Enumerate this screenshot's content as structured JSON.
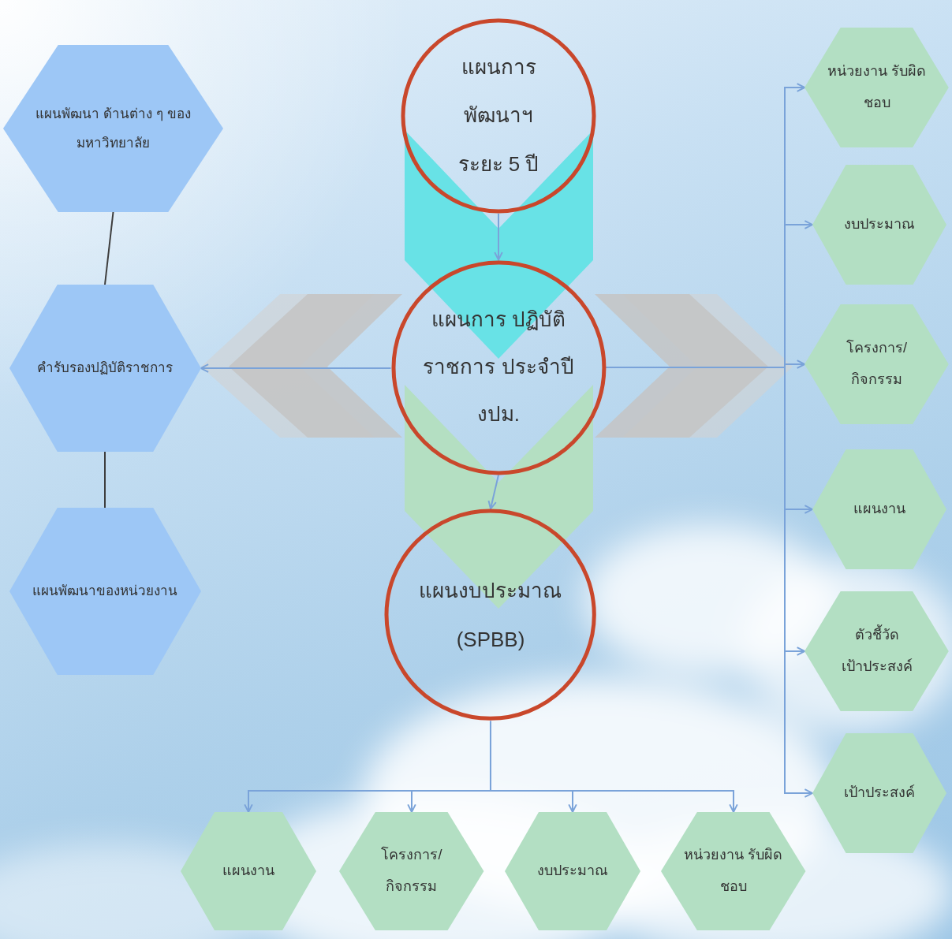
{
  "diagram": {
    "nodes": [
      {
        "text": [
          "แผนพัฒนา ด้านต่าง ๆ ของมหาวิทยาลัย"
        ]
      },
      {
        "text": [
          "คำรับรองปฏิบัติราชการ"
        ]
      },
      {
        "text": [
          "แผนพัฒนาของหน่วยงาน"
        ]
      },
      {
        "text": [
          "แผนการ พัฒนาฯ ระยะ 5 ปี"
        ]
      },
      {
        "text": [
          "แผนการ ปฏิบัติราชการ ประจำปี งปม."
        ]
      },
      {
        "text": [
          "แผนงบประมาณ (SPBB)"
        ]
      },
      {
        "text": [
          "หน่วยงาน รับผิดชอบ"
        ]
      },
      {
        "text": [
          "งบประมาณ"
        ]
      },
      {
        "text": [
          "โครงการ/ กิจกรรม"
        ]
      },
      {
        "text": [
          "แผนงาน"
        ]
      },
      {
        "text": [
          "ตัวชี้วัด เป้าประสงค์"
        ]
      },
      {
        "text": [
          "เป้าประสงค์"
        ]
      },
      {
        "text": [
          "แผนงาน"
        ]
      },
      {
        "text": [
          "โครงการ/ กิจกรรม"
        ]
      },
      {
        "text": [
          "งบประมาณ"
        ]
      },
      {
        "text": [
          "หน่วยงาน รับผิดชอบ"
        ]
      }
    ],
    "edges": [
      {
        "from": 0,
        "to": 1,
        "arrow": "none"
      },
      {
        "from": 1,
        "to": 2,
        "arrow": "none"
      },
      {
        "from": 3,
        "to": 4,
        "arrow": "to"
      },
      {
        "from": 4,
        "to": 5,
        "arrow": "to"
      },
      {
        "from": 4,
        "to": 1,
        "arrow": "to"
      },
      {
        "from": 4,
        "to": 6,
        "arrow": "to"
      },
      {
        "from": 4,
        "to": 7,
        "arrow": "to"
      },
      {
        "from": 4,
        "to": 8,
        "arrow": "to"
      },
      {
        "from": 4,
        "to": 9,
        "arrow": "to"
      },
      {
        "from": 4,
        "to": 10,
        "arrow": "to"
      },
      {
        "from": 4,
        "to": 11,
        "arrow": "to"
      },
      {
        "from": 5,
        "to": 12,
        "arrow": "to"
      },
      {
        "from": 5,
        "to": 13,
        "arrow": "to"
      },
      {
        "from": 5,
        "to": 14,
        "arrow": "to"
      },
      {
        "from": 5,
        "to": 15,
        "arrow": "to"
      }
    ]
  }
}
